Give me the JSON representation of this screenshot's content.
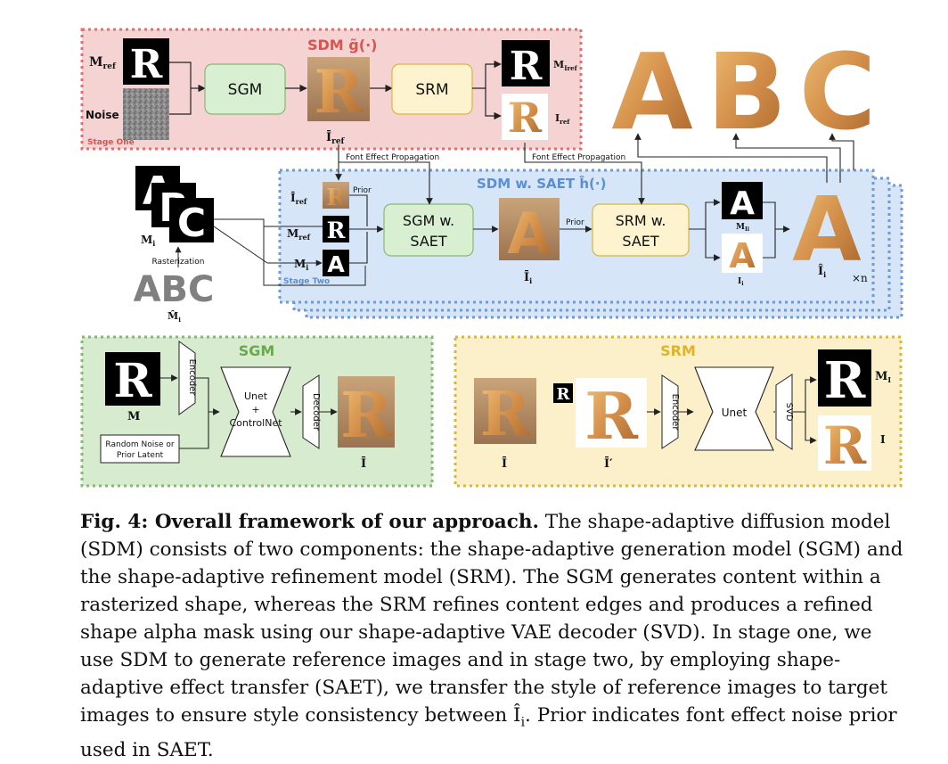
{
  "stage_one": {
    "title": "SDM g̃(·)",
    "label": "Stage One",
    "m_ref": "M",
    "m_ref_sub": "ref",
    "noise": "Noise",
    "sgm": "SGM",
    "srm": "SRM",
    "i_bar_ref": "Ī",
    "i_bar_ref_sub": "ref",
    "m_i_ref": "M",
    "m_i_ref_sub": "Iref",
    "i_ref": "I",
    "i_ref_sub": "ref",
    "fep_left": "Font Effect Propagation",
    "fep_right": "Font Effect Propagation"
  },
  "stage_two": {
    "title": "SDM w. SAET ĥ(·)",
    "label": "Stage Two",
    "i_bar_ref": "Ī",
    "i_bar_ref_sub": "ref",
    "m_ref": "M",
    "m_ref_sub": "ref",
    "m_i": "M",
    "m_i_sub": "i",
    "prior_a": "Prior",
    "prior_b": "Prior",
    "sgm_saet_1": "SGM w.",
    "sgm_saet_2": "SAET",
    "srm_saet_1": "SRM w.",
    "srm_saet_2": "SAET",
    "i_bar_i": "Ī",
    "i_bar_i_sub": "i",
    "m_ii": "M",
    "m_ii_sub": "Ii",
    "i_i": "I",
    "i_i_sub": "i",
    "i_hat": "Î",
    "i_hat_sub": "i",
    "times_n": "×n"
  },
  "left_input": {
    "m_i": "M",
    "m_i_sub": "i",
    "rasterization": "Rasterization",
    "abc": "ABC",
    "m_hat": "M̂",
    "m_hat_sub": "i"
  },
  "top_letters": [
    "A",
    "B",
    "C"
  ],
  "glyphs": {
    "r": "R",
    "a": "A"
  },
  "sgm_panel": {
    "title": "SGM",
    "m": "M",
    "encoder": "Encoder",
    "noise_1": "Random Noise or",
    "noise_2": "Prior Latent",
    "unet_1": "Unet",
    "unet_2": "+",
    "unet_3": "ControlNet",
    "decoder": "Decoder",
    "out": "Ī"
  },
  "srm_panel": {
    "title": "SRM",
    "in": "Ī",
    "prime": "Ī′",
    "encoder": "Encoder",
    "unet": "Unet",
    "svd": "SVD",
    "m_out": "M",
    "m_out_sub": "I",
    "i_out": "I"
  },
  "caption": {
    "bold": "Fig. 4: Overall framework of our approach.",
    "text": " The shape-adaptive diffusion model (SDM) consists of two components: the shape-adaptive generation model (SGM) and the shape-adaptive refinement model (SRM). The SGM generates content within a rasterized shape, whereas the SRM refines content edges and produces a refined shape alpha mask using our shape-adaptive VAE decoder (SVD). In stage one, we use SDM to generate reference images and in stage two, by employing shape-adaptive effect transfer (SAET), we transfer the style of reference images to target images to ensure style consistency between Î",
    "sub": "i",
    "text2": ". Prior indicates font effect noise prior used in SAET."
  },
  "colors": {
    "stage_one_bg": "#f6d3d3",
    "stage_one_border": "#e07070",
    "stage_one_title": "#d9534f",
    "stage_two_bg": "#d6e6f8",
    "stage_two_border": "#6e9ad6",
    "stage_two_title": "#5b8fd1",
    "sgm_bg": "#d7ebcf",
    "sgm_border": "#86b96f",
    "sgm_title": "#6aa84f",
    "srm_bg": "#fbf0c9",
    "srm_border": "#d9b53c",
    "srm_title": "#e0b42a",
    "box_green": "#d8efd2",
    "box_yellow": "#fdf4cf",
    "bread": "#d49a52"
  }
}
